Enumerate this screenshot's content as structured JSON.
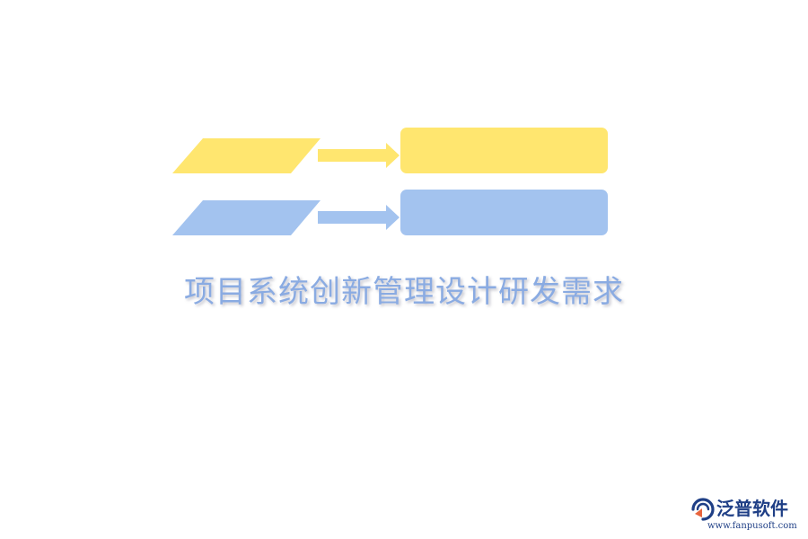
{
  "diagram": {
    "title": "项目系统创新管理设计研发需求",
    "rows": [
      {
        "label": "",
        "target": "",
        "color": "#ffe66f"
      },
      {
        "label": "",
        "target": "",
        "color": "#a3c3ef"
      }
    ]
  },
  "logo": {
    "name": "泛普软件",
    "url": "www.fanpusoft.com",
    "icon": "fanpu-logo-icon",
    "colors": {
      "primary": "#1f3f86",
      "accent": "#e8643c"
    }
  }
}
